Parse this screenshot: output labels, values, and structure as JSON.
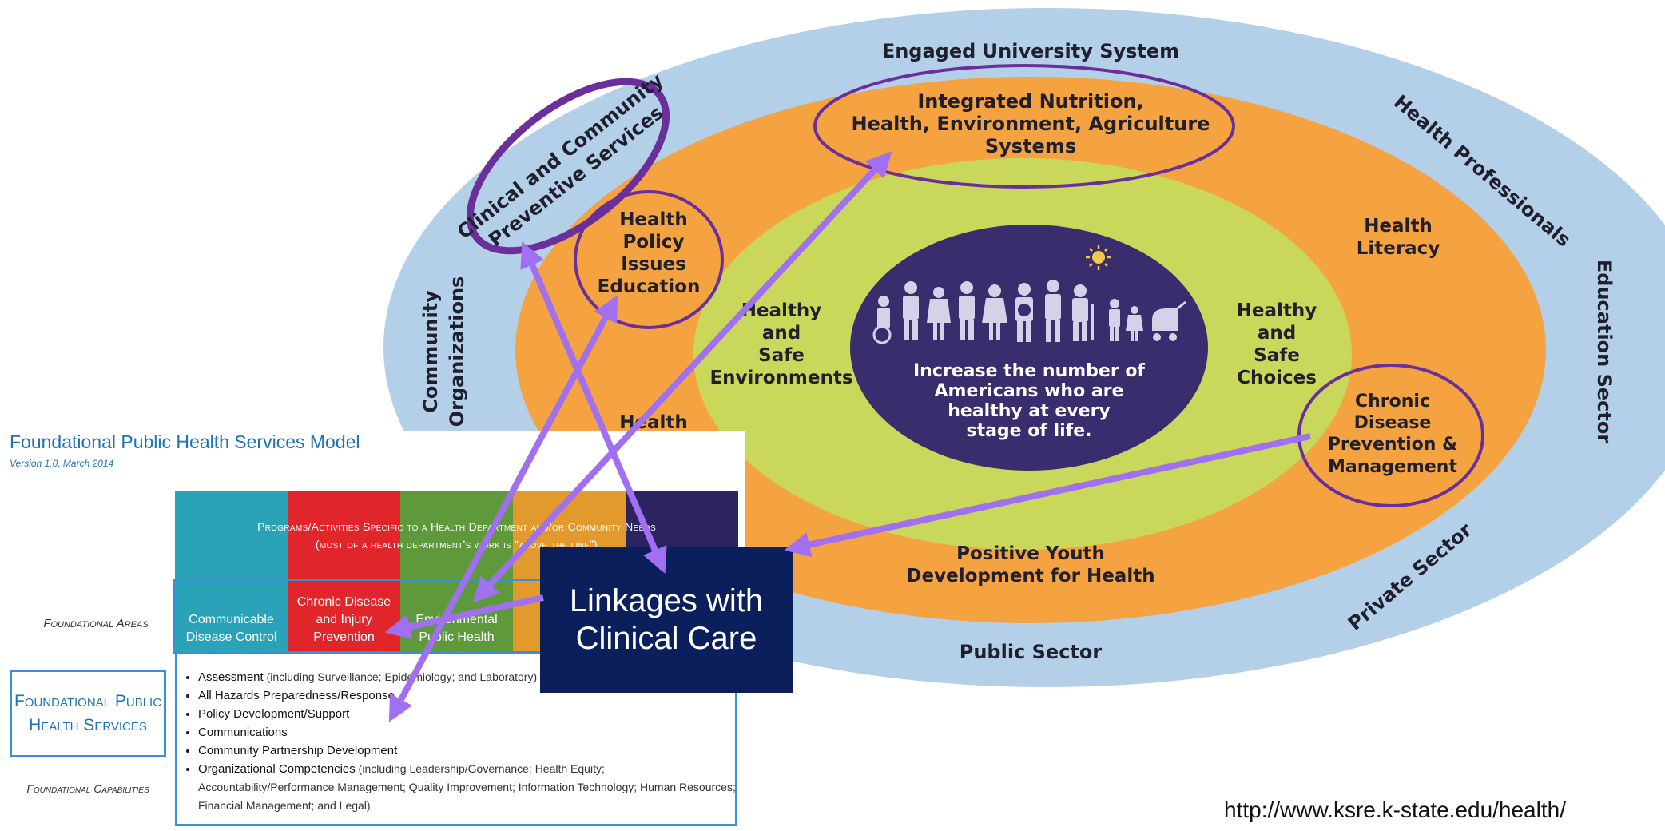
{
  "colors": {
    "outer_ring": "#b3d0e8",
    "orange_ring": "#f4a340",
    "green_ring": "#c9d85a",
    "center": "#3a2d6e",
    "highlight_purple": "#6b2f9c",
    "arrow_purple": "#a070f0",
    "linkage_box": "#0a1f5c",
    "fphs_blue": "#1e73b8"
  },
  "diagram": {
    "outer_labels": {
      "top": "Engaged University System",
      "right_top": "Health Professionals",
      "right": "Education Sector",
      "bottom_right": "Private Sector",
      "bottom": "Public Sector",
      "left_line1": "Community",
      "left_line2": "Organizations"
    },
    "orange_labels": {
      "top": [
        "Integrated Nutrition,",
        "Health, Environment, Agriculture",
        "Systems"
      ],
      "top_left": [
        "Health",
        "Policy",
        "Issues",
        "Education"
      ],
      "right": [
        "Health",
        "Literacy"
      ],
      "right_bottom": [
        "Chronic",
        "Disease",
        "Prevention &",
        "Management"
      ],
      "bottom": [
        "Positive Youth",
        "Development for Health"
      ],
      "left_partial": "Health"
    },
    "outer_highlight": [
      "Clinical and Community",
      "Preventive Services"
    ],
    "green_labels": {
      "left": [
        "Healthy",
        "and",
        "Safe",
        "Environments"
      ],
      "right": [
        "Healthy",
        "and",
        "Safe",
        "Choices"
      ]
    },
    "center_text": [
      "Increase the number of",
      "Americans who are",
      "healthy at every",
      "stage of life."
    ],
    "icons": [
      "sun-icon",
      "people-icon"
    ]
  },
  "fphs": {
    "title": "Foundational Public Health Services Model",
    "version": "Version 1.0, March 2014",
    "programs_line1": "Programs/Activities Specific to a Health Department and/or Community Needs",
    "programs_line2": "(most of a health department's work is “above the line”)",
    "foundational_areas_label": "Foundational Areas",
    "foundational_capabilities_label": "Foundational Capabilities",
    "fphs_box": "Foundational Public Health Services",
    "areas": [
      {
        "label": "Communicable Disease Control",
        "color": "#2aa3b8"
      },
      {
        "label": "Chronic Disease and Injury Prevention",
        "color": "#e0262b"
      },
      {
        "label": "Environmental Public Health",
        "color": "#5e9a3b"
      },
      {
        "label": "",
        "color": "#e39a2c"
      },
      {
        "label": "",
        "color": "#2b2461"
      }
    ],
    "capabilities": [
      {
        "main": "Assessment",
        "detail": " (including Surveillance; Epidemiology; and Laboratory)"
      },
      {
        "main": "All Hazards Preparedness/Response",
        "detail": ""
      },
      {
        "main": "Policy Development/Support",
        "detail": ""
      },
      {
        "main": "Communications",
        "detail": ""
      },
      {
        "main": "Community Partnership Development",
        "detail": ""
      },
      {
        "main": "Organizational Competencies",
        "detail": " (including Leadership/Governance; Health Equity; Accountability/Performance Management; Quality Improvement; Information Technology; Human Resources; Financial Management; and Legal)"
      }
    ]
  },
  "linkage_box": "Linkages with Clinical Care",
  "source_url": "http://www.ksre.k-state.edu/health/"
}
